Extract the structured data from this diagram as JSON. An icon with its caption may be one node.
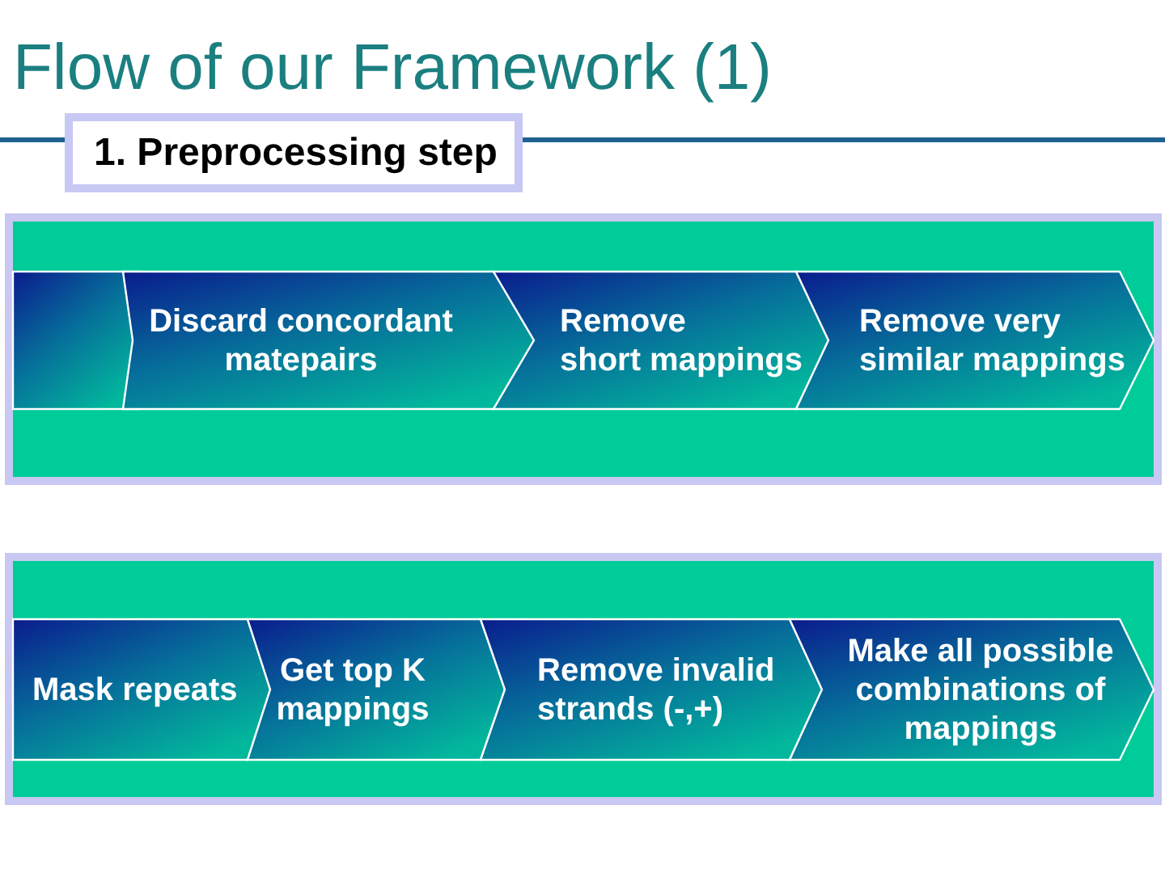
{
  "diagram": {
    "title": "Flow of our Framework (1)",
    "nodes": [
      {
        "text": [
          "1. Preprocessing step"
        ]
      },
      {
        "text": [],
        "shape": "box"
      },
      {
        "text": [],
        "shape": "box",
        "in": 1
      },
      {
        "text": [
          "Discard concordant matepairs"
        ],
        "in": 1
      },
      {
        "text": [
          "Remove short mappings"
        ],
        "in": 1
      },
      {
        "text": [
          "Remove very similar mappings"
        ],
        "in": 1
      },
      {
        "text": [],
        "shape": "box"
      },
      {
        "text": [
          "Mask repeats"
        ],
        "in": 6
      },
      {
        "text": [
          "Get top K mappings"
        ],
        "in": 6
      },
      {
        "text": [
          "Remove invalid strands (-,+)"
        ],
        "in": 6
      },
      {
        "text": [
          "Make all possible combinations of mappings"
        ],
        "in": 6
      }
    ]
  }
}
